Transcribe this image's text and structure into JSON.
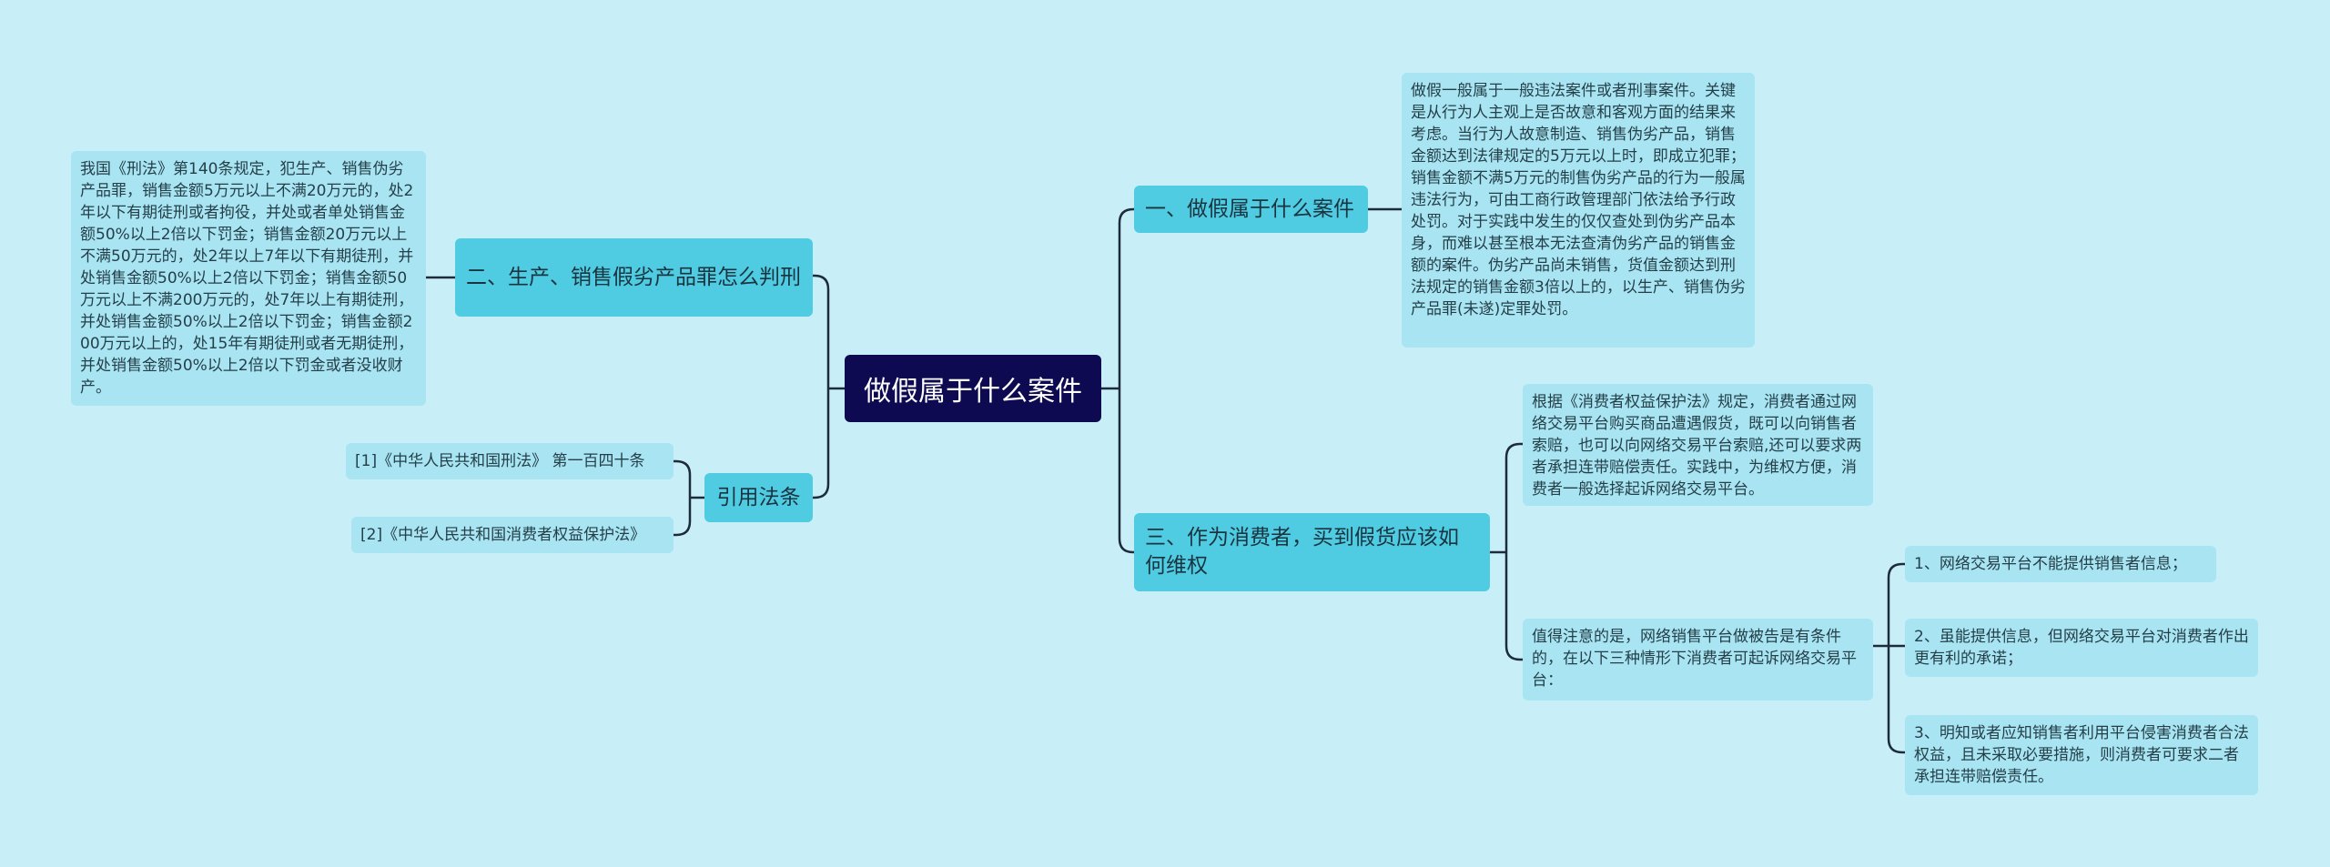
{
  "root": {
    "label": "做假属于什么案件"
  },
  "right_branches": [
    {
      "label": "一、做假属于什么案件",
      "children": [
        "做假一般属于一般违法案件或者刑事案件。关键是从行为人主观上是否故意和客观方面的结果来考虑。当行为人故意制造、销售伪劣产品，销售金额达到法律规定的5万元以上时，即成立犯罪；销售金额不满5万元的制售伪劣产品的行为一般属违法行为，可由工商行政管理部门依法给予行政处罚。对于实践中发生的仅仅查处到伪劣产品本身，而难以甚至根本无法查清伪劣产品的销售金额的案件。伪劣产品尚未销售，货值金额达到刑法规定的销售金额3倍以上的，以生产、销售伪劣产品罪(未遂)定罪处罚。"
      ]
    },
    {
      "label": "三、作为消费者，买到假货应该如何维权",
      "children": [
        "根据《消费者权益保护法》规定，消费者通过网络交易平台购买商品遭遇假货，既可以向销售者索赔，也可以向网络交易平台索赔,还可以要求两者承担连带赔偿责任。实践中，为维权方便，消费者一般选择起诉网络交易平台。",
        "值得注意的是，网络销售平台做被告是有条件的，在以下三种情形下消费者可起诉网络交易平台："
      ],
      "sub_children": [
        "1、网络交易平台不能提供销售者信息；",
        "2、虽能提供信息，但网络交易平台对消费者作出更有利的承诺；",
        "3、明知或者应知销售者利用平台侵害消费者合法权益，且未采取必要措施，则消费者可要求二者承担连带赔偿责任。"
      ]
    }
  ],
  "left_branches": [
    {
      "label": "二、生产、销售假劣产品罪怎么判刑",
      "children": [
        "我国《刑法》第140条规定，犯生产、销售伪劣产品罪，销售金额5万元以上不满20万元的，处2年以下有期徒刑或者拘役，并处或者单处销售金额50%以上2倍以下罚金；销售金额20万元以上不满50万元的，处2年以上7年以下有期徒刑，并处销售金额50%以上2倍以下罚金；销售金额50万元以上不满200万元的，处7年以上有期徒刑，并处销售金额50%以上2倍以下罚金；销售金额200万元以上的，处15年有期徒刑或者无期徒刑，并处销售金额50%以上2倍以下罚金或者没收财产。"
      ]
    },
    {
      "label": "引用法条",
      "children": [
        "[1]《中华人民共和国刑法》 第一百四十条",
        "[2]《中华人民共和国消费者权益保护法》"
      ]
    }
  ],
  "colors": {
    "background": "#c8eef7",
    "root": "#0d0a52",
    "topic": "#4fcbe2",
    "leaf": "#a8e4f2",
    "line": "#1d2b3a"
  }
}
